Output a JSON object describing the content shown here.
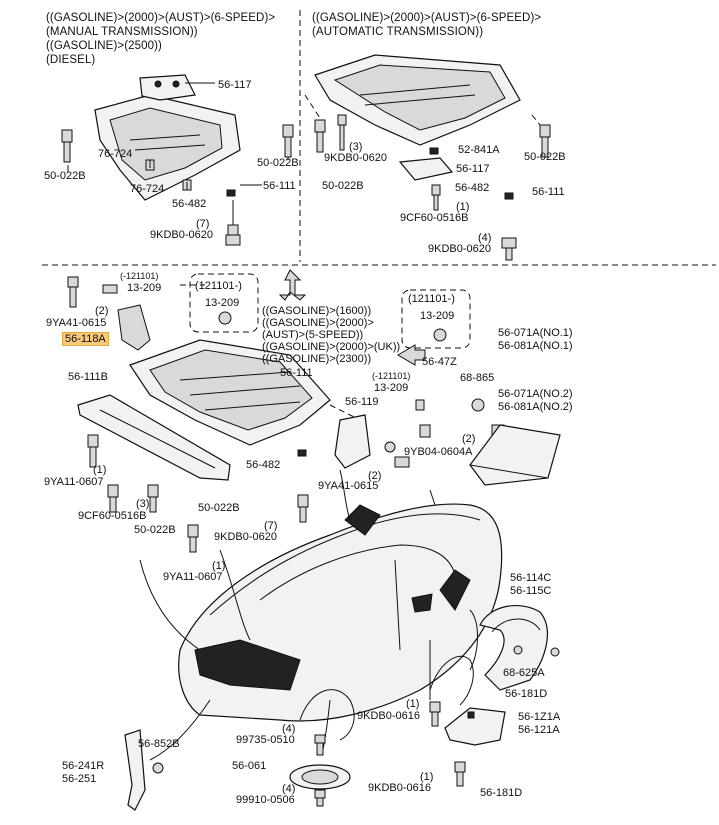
{
  "headers": {
    "manual_1": "((GASOLINE)>(2000)>(AUST)>(6-SPEED)>",
    "manual_2": "(MANUAL TRANSMISSION))",
    "manual_3": "((GASOLINE)>(2500))",
    "manual_4": "(DIESEL)",
    "auto_1": "((GASOLINE)>(2000)>(AUST)>(6-SPEED)>",
    "auto_2": "(AUTOMATIC TRANSMISSION))"
  },
  "variant_box": {
    "line1": "((GASOLINE)>(1600))",
    "line2": "((GASOLINE)>(2000)>",
    "line3": "(AUST)>(5-SPEED))",
    "line4": "((GASOLINE)>(2000)>(UK))",
    "line5": "((GASOLINE)>(2300))"
  },
  "labels": {
    "tl_56_117": "56-117",
    "tl_76_724a": "76-724",
    "tl_76_724b": "76-724",
    "tl_50_022b_l": "50-022B",
    "tl_50_022b_r": "50-022B",
    "tl_56_111": "56-111",
    "tl_56_482": "56-482",
    "tl_qty_7": "(7)",
    "tl_9kdb": "9KDB0-0620",
    "tr_qty_3": "(3)",
    "tr_9kdb_a": "9KDB0-0620",
    "tr_50_022b_l": "50-022B",
    "tr_52_841a": "52-841A",
    "tr_56_117": "56-117",
    "tr_56_482": "56-482",
    "tr_qty_1": "(1)",
    "tr_9cf60": "9CF60-0516B",
    "tr_50_022b_r": "50-022B",
    "tr_56_111": "56-111",
    "tr_qty_4": "(4)",
    "tr_9kdb_b": "9KDB0-0620",
    "m_121101a": "(-121101)",
    "m_13_209a": "13-209",
    "m_qty_2a": "(2)",
    "m_9ya41a": "9YA41-0615",
    "m_56_118a": "56-118A",
    "m_121101b": "(121101-)",
    "m_13_209b": "13-209",
    "m_56_111": "56-111",
    "m_56_111b": "56-111B",
    "m_56_119": "56-119",
    "m_56_482": "56-482",
    "m_qty_1a": "(1)",
    "m_9ya11a": "9YA11-0607",
    "m_qty_3": "(3)",
    "m_9cf60": "9CF60-0516B",
    "m_50_022b_a": "50-022B",
    "m_50_022b_b": "50-022B",
    "m_qty_7": "(7)",
    "m_9kdb": "9KDB0-0620",
    "m_qty_1b": "(1)",
    "m_9ya11b": "9YA11-0607",
    "m_qty_2b": "(2)",
    "m_9ya41b": "9YA41-0615",
    "r_121101c": "(121101-)",
    "r_13_209c": "13-209",
    "r_56_47z": "56-47Z",
    "r_121101d": "(-121101)",
    "r_13_209d": "13-209",
    "r_9yb04": "9YB04-0604A",
    "r_56_071a_1": "56-071A(NO.1)",
    "r_56_081a_1": "56-081A(NO.1)",
    "r_68_865": "68-865",
    "r_56_071a_2": "56-071A(NO.2)",
    "r_56_081a_2": "56-081A(NO.2)",
    "r_qty_2": "(2)",
    "b_56_114c": "56-114C",
    "b_56_115c": "56-115C",
    "b_68_625a": "68-625A",
    "b_56_181d_a": "56-181D",
    "b_qty_1a": "(1)",
    "b_9kdb_a": "9KDB0-0616",
    "b_56_1z1a": "56-1Z1A",
    "b_56_121a": "56-121A",
    "b_qty_1b": "(1)",
    "b_9kdb_b": "9KDB0-0616",
    "b_56_181d_b": "56-181D",
    "b_56_852b": "56-852B",
    "b_qty_4a": "(4)",
    "b_99735": "99735-0510",
    "b_56_061": "56-061",
    "b_qty_4b": "(4)",
    "b_99910": "99910-0506",
    "b_56_241r": "56-241R",
    "b_56_251": "56-251"
  },
  "colors": {
    "highlight": "#f7c97a",
    "line": "#111111"
  }
}
